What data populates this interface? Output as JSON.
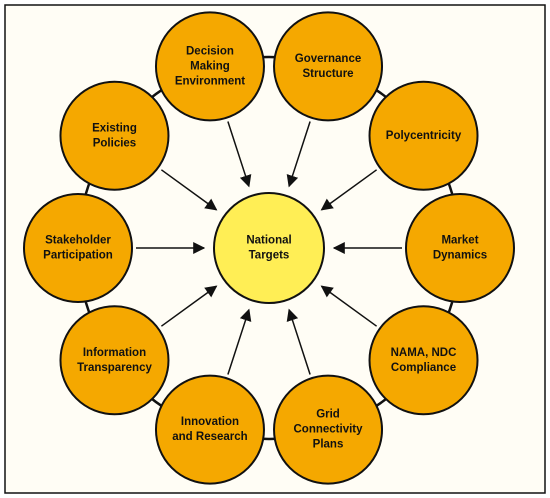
{
  "center": {
    "lines": [
      "National",
      "Targets"
    ],
    "fill": "#ffee55"
  },
  "nodes": [
    {
      "id": "decision-making-environment",
      "lines": [
        "Decision",
        "Making",
        "Environment"
      ]
    },
    {
      "id": "governance-structure",
      "lines": [
        "Governance",
        "Structure"
      ]
    },
    {
      "id": "polycentricity",
      "lines": [
        "Polycentricity"
      ]
    },
    {
      "id": "market-dynamics",
      "lines": [
        "Market",
        "Dynamics"
      ]
    },
    {
      "id": "nama-ndc-compliance",
      "lines": [
        "NAMA, NDC",
        "Compliance"
      ]
    },
    {
      "id": "grid-connectivity-plans",
      "lines": [
        "Grid",
        "Connectivity",
        "Plans"
      ]
    },
    {
      "id": "innovation-and-research",
      "lines": [
        "Innovation",
        "and Research"
      ]
    },
    {
      "id": "information-transparency",
      "lines": [
        "Information",
        "Transparency"
      ]
    },
    {
      "id": "stakeholder-participation",
      "lines": [
        "Stakeholder",
        "Participation"
      ]
    },
    {
      "id": "existing-policies",
      "lines": [
        "Existing",
        "Policies"
      ]
    }
  ],
  "colors": {
    "node_fill": "#f5a800",
    "stroke": "#111111",
    "background": "#fffdf5"
  }
}
